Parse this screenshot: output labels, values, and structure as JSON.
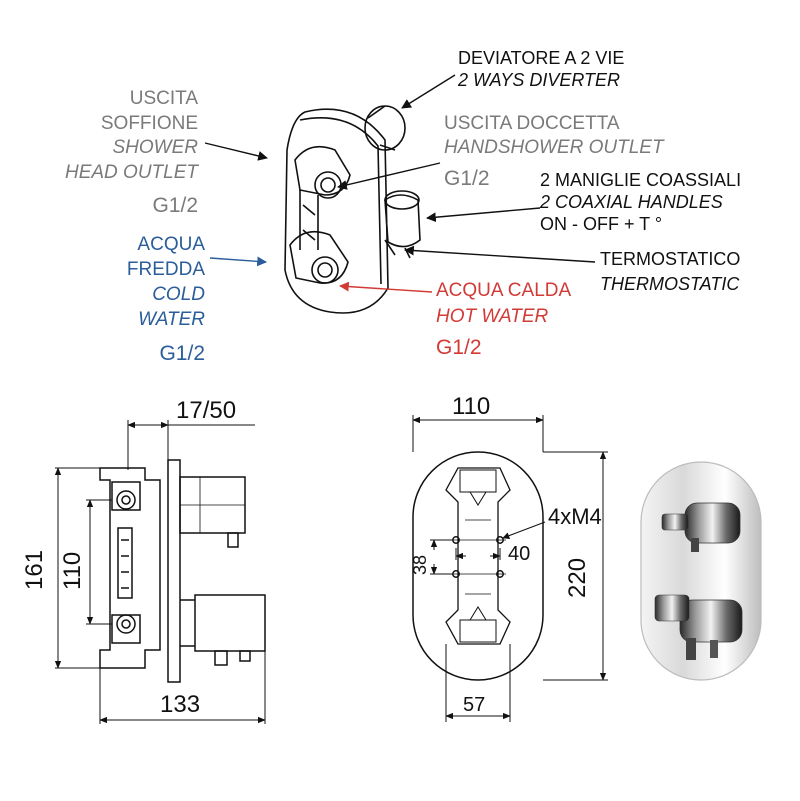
{
  "labels": {
    "diverter": {
      "it": "DEVIATORE A 2 VIE",
      "en": "2 WAYS DIVERTER"
    },
    "head_outlet": {
      "l1": "USCITA",
      "l2": "SOFFIONE",
      "l3": "SHOWER",
      "l4": "HEAD OUTLET",
      "size": "G1/2"
    },
    "hand_outlet": {
      "it": "USCITA DOCCETTA",
      "en": "HANDSHOWER OUTLET",
      "size": "G1/2"
    },
    "handles": {
      "it": "2 MANIGLIE COASSIALI",
      "en": "2 COAXIAL HANDLES",
      "mode": "ON - OFF  +  T °"
    },
    "cold": {
      "l1": "ACQUA",
      "l2": "FREDDA",
      "l3": "COLD",
      "l4": "WATER",
      "size": "G1/2"
    },
    "thermo": {
      "it": "TERMOSTATICO",
      "en": "THERMOSTATIC"
    },
    "hot": {
      "it": "ACQUA CALDA",
      "en": "HOT WATER",
      "size": "G1/2"
    }
  },
  "dimensions": {
    "side_depth": "17/50",
    "side_height": "161",
    "side_inner": "110",
    "side_width": "133",
    "front_width": "110",
    "front_height": "220",
    "screws": "4xM4",
    "screw_h": "40",
    "screw_v": "38",
    "bottom_width": "57"
  },
  "colors": {
    "dark": "#111111",
    "grey": "#7a7a7a",
    "blue": "#2a5d9a",
    "red": "#d23a36"
  },
  "icons": [
    "valve-3d-icon",
    "valve-side-icon",
    "valve-front-icon",
    "plate-chrome-icon"
  ]
}
